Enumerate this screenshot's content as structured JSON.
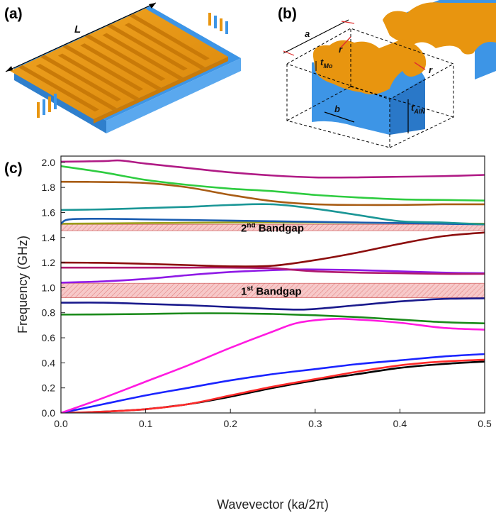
{
  "panels": {
    "a": {
      "label": "(a)",
      "dimension": "L"
    },
    "b": {
      "label": "(b)",
      "dims": {
        "a": "a",
        "r1": "r",
        "r2": "r",
        "b": "b",
        "tmo": "t",
        "tmo_sub": "Mo",
        "taln": "t",
        "taln_sub": "AlN"
      }
    },
    "c": {
      "label": "(c)"
    }
  },
  "colors": {
    "electrode": "#e8950f",
    "substrate": "#3d95e6",
    "bandgap_fill": "#f6c9c9",
    "bandgap_hatch": "#e57878"
  },
  "chart_data": {
    "type": "line",
    "xlabel": "Wavevector (ka/2π)",
    "ylabel": "Frequency (GHz)",
    "xlim": [
      0,
      0.5
    ],
    "ylim": [
      0,
      2.05
    ],
    "xticks": [
      "0.0",
      "0.1",
      "0.2",
      "0.3",
      "0.4",
      "0.5"
    ],
    "yticks": [
      "0.0",
      "0.2",
      "0.4",
      "0.6",
      "0.8",
      "1.0",
      "1.2",
      "1.4",
      "1.6",
      "1.8",
      "2.0"
    ],
    "bandgaps": [
      {
        "label_main": "1",
        "label_sup": "st",
        "label_rest": " Bandgap",
        "ymin": 0.92,
        "ymax": 1.035
      },
      {
        "label_main": "2",
        "label_sup": "nd",
        "label_rest": " Bandgap",
        "ymin": 1.455,
        "ymax": 1.505
      }
    ],
    "series": [
      {
        "color": "#000000",
        "x": [
          0,
          0.05,
          0.1,
          0.15,
          0.2,
          0.25,
          0.3,
          0.35,
          0.4,
          0.45,
          0.5
        ],
        "y": [
          0,
          0.01,
          0.03,
          0.07,
          0.13,
          0.2,
          0.26,
          0.31,
          0.36,
          0.39,
          0.41
        ]
      },
      {
        "color": "#ff2a2a",
        "x": [
          0,
          0.05,
          0.1,
          0.15,
          0.2,
          0.25,
          0.3,
          0.35,
          0.4,
          0.45,
          0.5
        ],
        "y": [
          0,
          0.01,
          0.03,
          0.07,
          0.14,
          0.21,
          0.27,
          0.33,
          0.38,
          0.41,
          0.425
        ]
      },
      {
        "color": "#1a24ff",
        "x": [
          0,
          0.05,
          0.1,
          0.15,
          0.2,
          0.25,
          0.3,
          0.35,
          0.4,
          0.45,
          0.5
        ],
        "y": [
          0,
          0.07,
          0.14,
          0.2,
          0.26,
          0.31,
          0.35,
          0.39,
          0.42,
          0.45,
          0.47
        ]
      },
      {
        "color": "#ff1ae0",
        "x": [
          0,
          0.05,
          0.1,
          0.15,
          0.2,
          0.25,
          0.28,
          0.32,
          0.35,
          0.4,
          0.45,
          0.5
        ],
        "y": [
          0,
          0.12,
          0.25,
          0.38,
          0.52,
          0.65,
          0.72,
          0.75,
          0.745,
          0.72,
          0.68,
          0.665
        ]
      },
      {
        "color": "#1a8a1a",
        "x": [
          0,
          0.05,
          0.1,
          0.15,
          0.2,
          0.25,
          0.3,
          0.35,
          0.4,
          0.45,
          0.5
        ],
        "y": [
          0.785,
          0.787,
          0.79,
          0.795,
          0.795,
          0.79,
          0.78,
          0.765,
          0.745,
          0.725,
          0.715
        ]
      },
      {
        "color": "#1a1a8c",
        "x": [
          0,
          0.05,
          0.1,
          0.15,
          0.2,
          0.25,
          0.28,
          0.3,
          0.35,
          0.4,
          0.45,
          0.5
        ],
        "y": [
          0.88,
          0.88,
          0.87,
          0.86,
          0.845,
          0.83,
          0.825,
          0.83,
          0.86,
          0.89,
          0.91,
          0.915
        ]
      },
      {
        "color": "#8f1ae6",
        "x": [
          0,
          0.05,
          0.1,
          0.15,
          0.2,
          0.25,
          0.28,
          0.3,
          0.35,
          0.4,
          0.45,
          0.5
        ],
        "y": [
          1.04,
          1.05,
          1.07,
          1.1,
          1.125,
          1.14,
          1.145,
          1.145,
          1.14,
          1.13,
          1.12,
          1.115
        ]
      },
      {
        "color": "#b01a6e",
        "x": [
          0,
          0.05,
          0.1,
          0.15,
          0.2,
          0.25,
          0.27,
          0.3,
          0.35,
          0.4,
          0.45,
          0.5
        ],
        "y": [
          1.16,
          1.16,
          1.16,
          1.16,
          1.16,
          1.155,
          1.145,
          1.13,
          1.12,
          1.115,
          1.11,
          1.11
        ]
      },
      {
        "color": "#8c0d0d",
        "x": [
          0,
          0.05,
          0.1,
          0.15,
          0.2,
          0.25,
          0.3,
          0.35,
          0.4,
          0.45,
          0.5
        ],
        "y": [
          1.2,
          1.198,
          1.19,
          1.18,
          1.17,
          1.175,
          1.22,
          1.28,
          1.35,
          1.41,
          1.44
        ]
      },
      {
        "color": "#9c9c1a",
        "x": [
          0,
          0.1,
          0.2,
          0.3,
          0.4,
          0.5
        ],
        "y": [
          1.51,
          1.515,
          1.52,
          1.52,
          1.515,
          1.51
        ]
      },
      {
        "color": "#1a5cb0",
        "x": [
          0,
          0.01,
          0.05,
          0.1,
          0.15,
          0.2,
          0.25,
          0.3,
          0.35,
          0.4,
          0.45,
          0.5
        ],
        "y": [
          1.51,
          1.545,
          1.55,
          1.545,
          1.54,
          1.535,
          1.53,
          1.525,
          1.52,
          1.515,
          1.51,
          1.505
        ]
      },
      {
        "color": "#1a9696",
        "x": [
          0,
          0.05,
          0.1,
          0.15,
          0.2,
          0.25,
          0.3,
          0.35,
          0.4,
          0.45,
          0.5
        ],
        "y": [
          1.62,
          1.625,
          1.635,
          1.645,
          1.66,
          1.665,
          1.63,
          1.58,
          1.53,
          1.52,
          1.505
        ]
      },
      {
        "color": "#a85c14",
        "x": [
          0,
          0.05,
          0.1,
          0.15,
          0.2,
          0.25,
          0.3,
          0.35,
          0.4,
          0.45,
          0.5
        ],
        "y": [
          1.845,
          1.843,
          1.835,
          1.8,
          1.74,
          1.69,
          1.665,
          1.66,
          1.66,
          1.665,
          1.665
        ]
      },
      {
        "color": "#2ecc40",
        "x": [
          0,
          0.05,
          0.1,
          0.15,
          0.2,
          0.25,
          0.3,
          0.35,
          0.4,
          0.45,
          0.5
        ],
        "y": [
          1.97,
          1.92,
          1.86,
          1.82,
          1.79,
          1.77,
          1.74,
          1.72,
          1.705,
          1.7,
          1.695
        ]
      },
      {
        "color": "#b01a85",
        "x": [
          0,
          0.05,
          0.07,
          0.1,
          0.15,
          0.2,
          0.25,
          0.3,
          0.35,
          0.4,
          0.45,
          0.5
        ],
        "y": [
          2.005,
          2.01,
          2.015,
          1.99,
          1.955,
          1.92,
          1.895,
          1.88,
          1.88,
          1.885,
          1.89,
          1.9
        ]
      }
    ]
  }
}
